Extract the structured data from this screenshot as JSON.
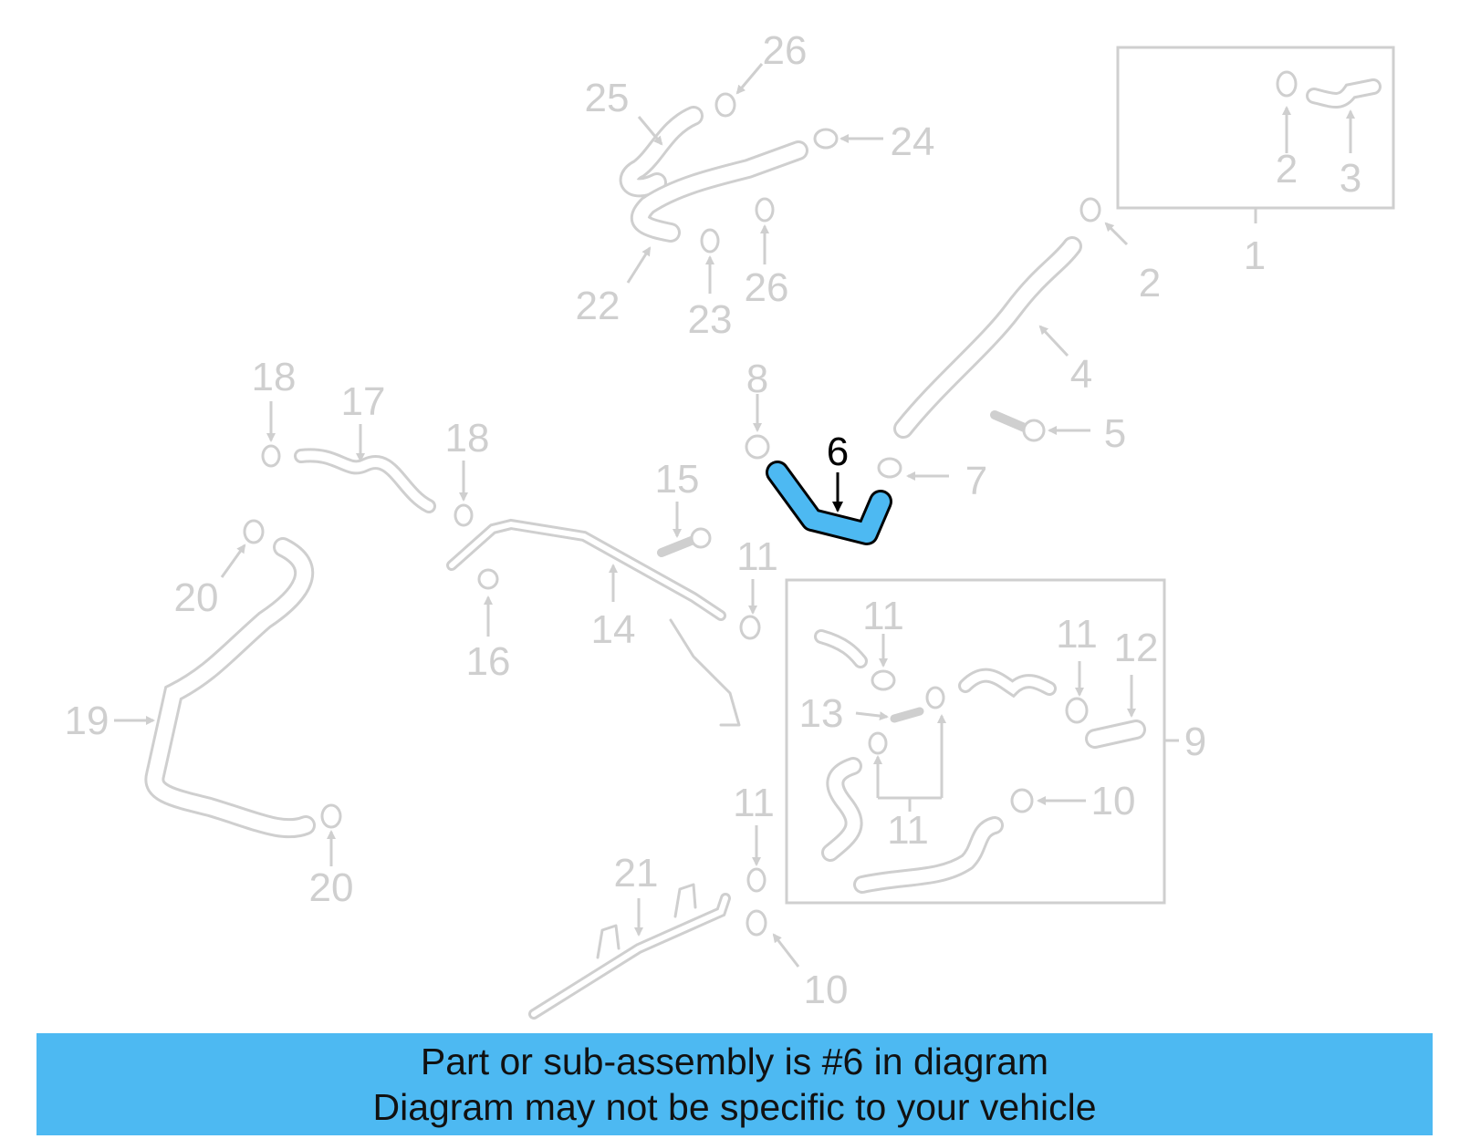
{
  "diagram": {
    "highlighted_part": "6",
    "highlight_color": "#4db9f2",
    "line_color": "#cfcfcf",
    "callouts": [
      "1",
      "2",
      "2",
      "3",
      "4",
      "5",
      "6",
      "7",
      "8",
      "9",
      "10",
      "10",
      "11",
      "11",
      "11",
      "11",
      "11",
      "12",
      "13",
      "14",
      "15",
      "16",
      "17",
      "18",
      "18",
      "19",
      "20",
      "20",
      "21",
      "22",
      "23",
      "24",
      "25",
      "26",
      "26"
    ]
  },
  "banner": {
    "line1": "Part or sub-assembly is #6 in diagram",
    "line2": "Diagram may not be specific to your vehicle",
    "background": "#4db9f2"
  }
}
